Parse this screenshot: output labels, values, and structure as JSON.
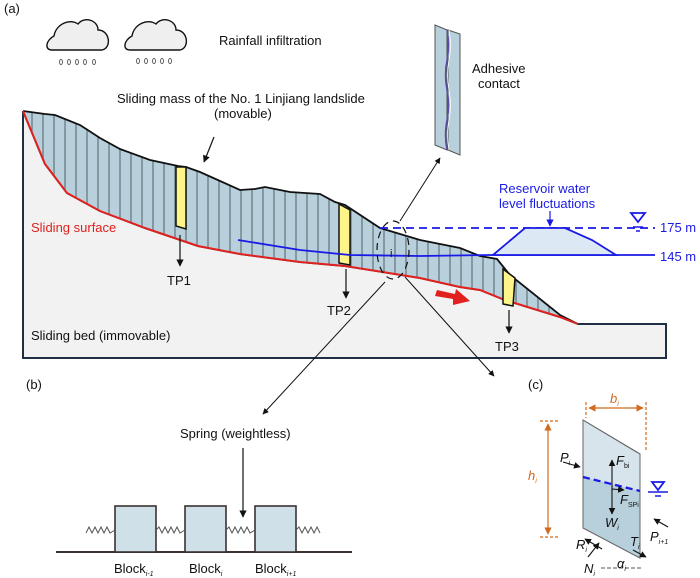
{
  "panels": {
    "a": "(a)",
    "b": "(b)",
    "c": "(c)"
  },
  "panel_a": {
    "rainfall_label": "Rainfall infiltration",
    "adhesive_label_line1": "Adhesive",
    "adhesive_label_line2": "contact",
    "sliding_mass_line1": "Sliding mass of the No. 1 Linjiang landslide",
    "sliding_mass_line2": "(movable)",
    "reservoir_line1": "Reservoir water",
    "reservoir_line2": "level fluctuations",
    "sliding_surface": "Sliding surface",
    "sliding_bed": "Sliding bed (immovable)",
    "water_level_high": "175 m",
    "water_level_low": "145 m",
    "test_pits": [
      "TP1",
      "TP2",
      "TP3"
    ],
    "block_marker": "i"
  },
  "panel_b": {
    "spring_label": "Spring (weightless)",
    "blocks": [
      {
        "base": "Block",
        "sub": "i-1"
      },
      {
        "base": "Block",
        "sub": "i"
      },
      {
        "base": "Block",
        "sub": "i+1"
      }
    ]
  },
  "panel_c": {
    "width_label": {
      "base": "b",
      "sub": "i"
    },
    "height_label": {
      "base": "h",
      "sub": "i"
    },
    "forces": {
      "P_i": {
        "base": "P",
        "sub": "i"
      },
      "P_i1": {
        "base": "P",
        "sub": "i+1"
      },
      "F_bi": {
        "base": "F",
        "sub": "bi"
      },
      "F_SPi": {
        "base": "F",
        "sub": "SPi"
      },
      "W_i": {
        "base": "W",
        "sub": "i"
      },
      "R_i": {
        "base": "R",
        "sub": "i"
      },
      "N_i": {
        "base": "N",
        "sub": "i"
      },
      "T_i": {
        "base": "T",
        "sub": "i"
      },
      "alpha_i": {
        "base": "α",
        "sub": "i"
      }
    }
  },
  "colors": {
    "sliding_mass": "#b8d0dc",
    "sliding_bed": "#f2f2f2",
    "sliding_surface": "#e0211d",
    "water": "#1a1ae6",
    "test_pit": "#fff48a",
    "dimension": "#d2691e",
    "block": "#d0e0e8"
  }
}
